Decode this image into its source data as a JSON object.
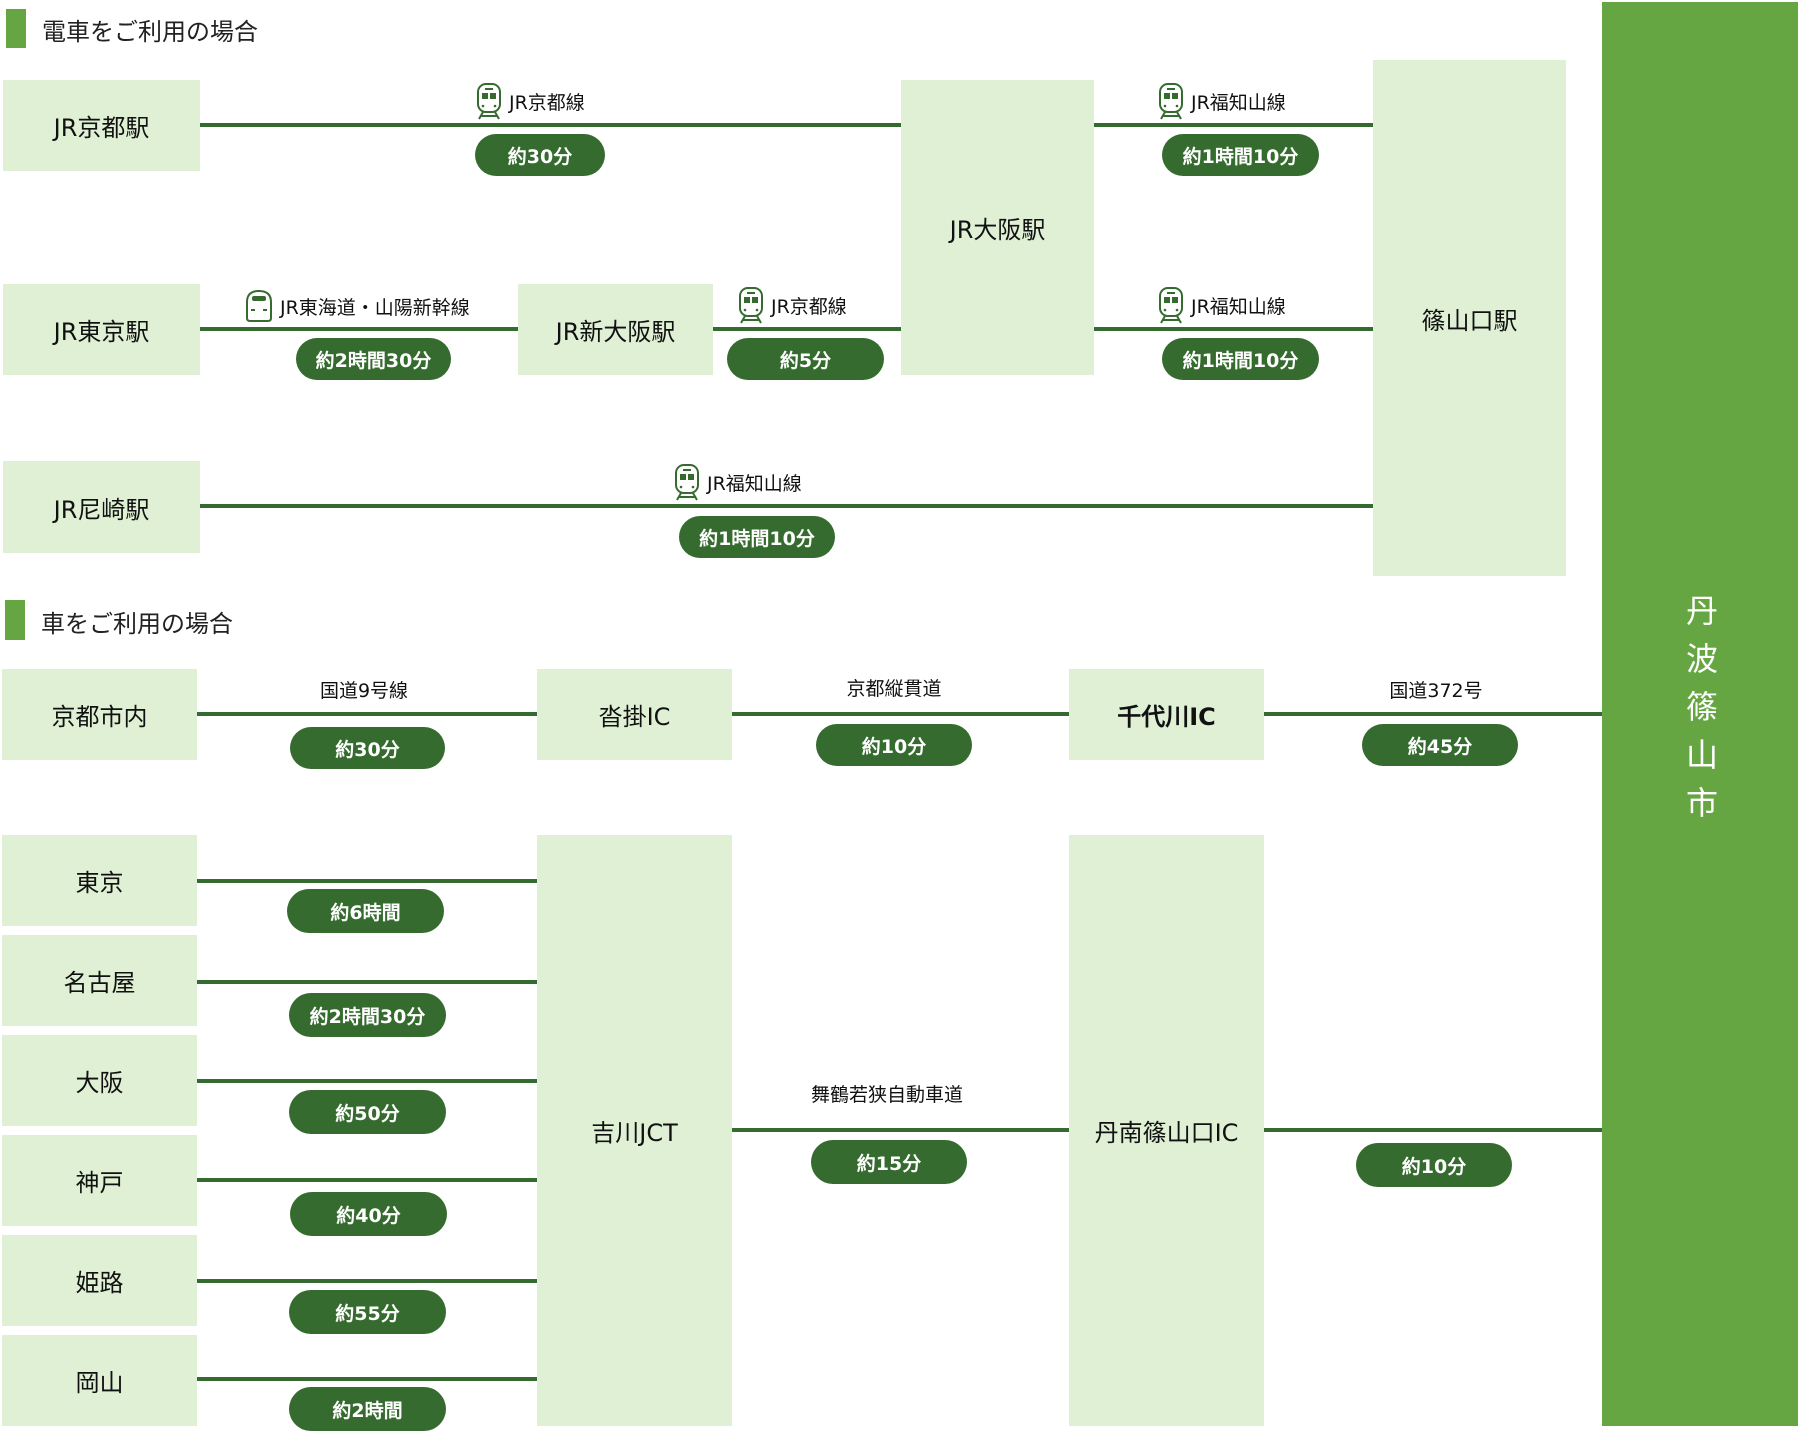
{
  "colors": {
    "accent": "#66a642",
    "line": "#356b2e",
    "node_bg": "#dff0d5",
    "pill_text": "#ffffff"
  },
  "destination": "丹波篠山市",
  "train": {
    "title": "電車をご利用の場合",
    "stations": {
      "kyoto": "JR京都駅",
      "osaka": "JR大阪駅",
      "sasayamaguchi": "篠山口駅",
      "tokyo": "JR東京駅",
      "shinosaka": "JR新大阪駅",
      "amagasaki": "JR尼崎駅"
    },
    "segments": [
      {
        "icon": "train-icon",
        "line": "JR京都線",
        "time": "約30分"
      },
      {
        "icon": "train-icon",
        "line": "JR福知山線",
        "time": "約1時間10分"
      },
      {
        "icon": "shinkansen-icon",
        "line": "JR東海道・山陽新幹線",
        "time": "約2時間30分"
      },
      {
        "icon": "train-icon",
        "line": "JR京都線",
        "time": "約5分"
      },
      {
        "icon": "train-icon",
        "line": "JR福知山線",
        "time": "約1時間10分"
      },
      {
        "icon": "train-icon",
        "line": "JR福知山線",
        "time": "約1時間10分"
      }
    ]
  },
  "car": {
    "title": "車をご利用の場合",
    "nodes": {
      "kyoto_city": "京都市内",
      "kutsukake": "沓掛IC",
      "chiyokawa": "千代川IC",
      "yokawa": "吉川JCT",
      "tannan": "丹南篠山口IC"
    },
    "top_segments": [
      {
        "road": "国道9号線",
        "time": "約30分"
      },
      {
        "road": "京都縦貫道",
        "time": "約10分"
      },
      {
        "road": "国道372号",
        "time": "約45分"
      }
    ],
    "origins": [
      {
        "name": "東京",
        "time": "約6時間"
      },
      {
        "name": "名古屋",
        "time": "約2時間30分"
      },
      {
        "name": "大阪",
        "time": "約50分"
      },
      {
        "name": "神戸",
        "time": "約40分"
      },
      {
        "name": "姫路",
        "time": "約55分"
      },
      {
        "name": "岡山",
        "time": "約2時間"
      }
    ],
    "bottom_segments": [
      {
        "road": "舞鶴若狭自動車道",
        "time": "約15分"
      },
      {
        "road": "",
        "time": "約10分"
      }
    ]
  }
}
